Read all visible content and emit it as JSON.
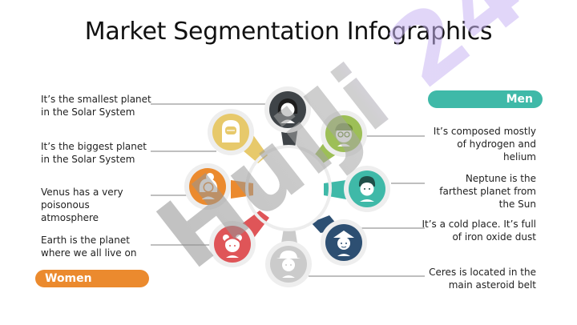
{
  "title": "Market Segmentation Infographics",
  "men_label": "Men",
  "women_label": "Women",
  "watermark_text": "HuiJi 24",
  "colors": {
    "charcoal": "#3f4448",
    "yellow": "#e7c96b",
    "green": "#9dbf57",
    "teal": "#3fb9a8",
    "orange": "#eb8a2e",
    "navy": "#2d4f72",
    "red": "#df5558",
    "gray": "#cbcbcb",
    "men_pill": "#3fb9a8",
    "women_pill": "#eb8a2e"
  },
  "segments": [
    {
      "id": "woman-top",
      "text": "It’s the smallest planet\nin the Solar System",
      "color_key": "charcoal",
      "icon": "woman-face-icon"
    },
    {
      "id": "man-glasses",
      "text": "It’s composed mostly\nof hydrogen and\nhelium",
      "color_key": "green",
      "icon": "man-glasses-face-icon"
    },
    {
      "id": "woman-veil",
      "text": "It’s the biggest planet\nin the Solar System",
      "color_key": "yellow",
      "icon": "woman-veil-face-icon"
    },
    {
      "id": "man-right",
      "text": "Neptune is the\nfarthest planet from\nthe Sun",
      "color_key": "teal",
      "icon": "man-face-icon"
    },
    {
      "id": "woman-bun",
      "text": "Venus has a very\npoisonous\natmosphere",
      "color_key": "orange",
      "icon": "woman-bun-face-icon"
    },
    {
      "id": "man-hat",
      "text": "It’s a cold place. It’s full\nof iron oxide dust",
      "color_key": "navy",
      "icon": "man-hat-face-icon"
    },
    {
      "id": "girl",
      "text": "Earth is the planet\nwhere we all live on",
      "color_key": "red",
      "icon": "girl-face-icon"
    },
    {
      "id": "boy-cap",
      "text": "Ceres is located in the\nmain asteroid belt",
      "color_key": "gray",
      "icon": "boy-cap-face-icon"
    }
  ]
}
